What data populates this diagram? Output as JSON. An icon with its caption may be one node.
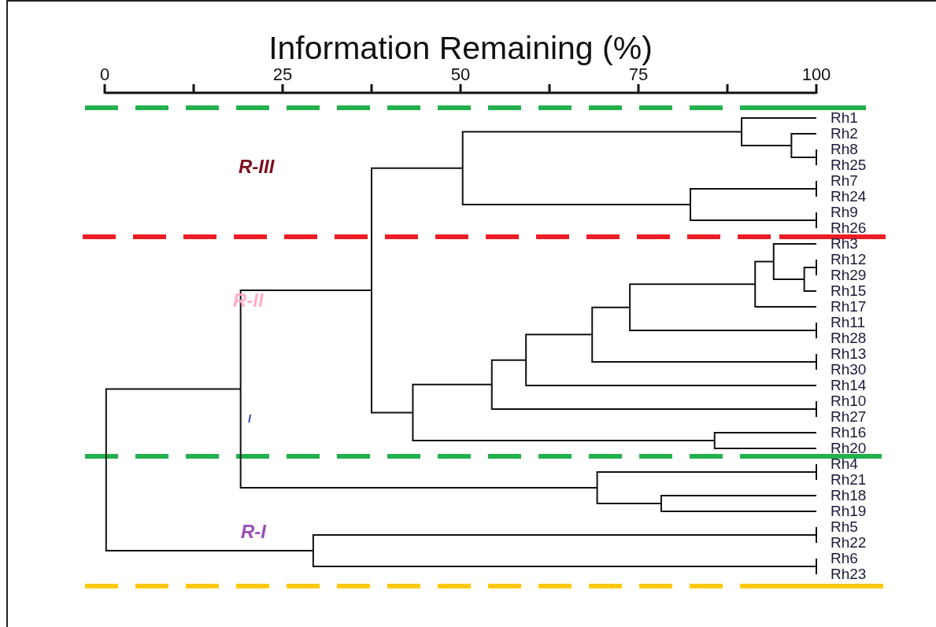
{
  "diagram": {
    "title": "Information Remaining (%)",
    "labels": [
      "0",
      "25",
      "50",
      "75",
      "100",
      "R-III",
      "R-II",
      "I",
      "R-I",
      "Rh1",
      "Rh2",
      "Rh8",
      "Rh25",
      "Rh7",
      "Rh24",
      "Rh9",
      "Rh26",
      "Rh3",
      "Rh12",
      "Rh29",
      "Rh15",
      "Rh17",
      "Rh11",
      "Rh28",
      "Rh13",
      "Rh30",
      "Rh14",
      "Rh10",
      "Rh27",
      "Rh16",
      "Rh20",
      "Rh4",
      "Rh21",
      "Rh18",
      "Rh19",
      "Rh5",
      "Rh22",
      "Rh6",
      "Rh23"
    ]
  }
}
